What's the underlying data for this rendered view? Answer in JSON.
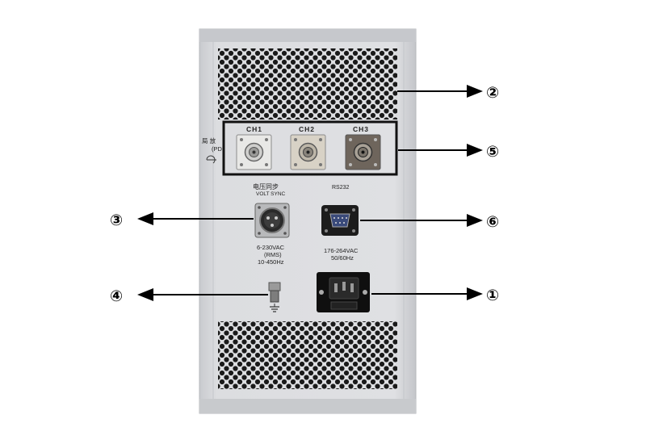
{
  "panel": {
    "channels": [
      "CH1",
      "CH2",
      "CH3"
    ],
    "side_label_top": "局 放",
    "side_label_sub": "(PD",
    "volt_sync_cn": "电压同步",
    "volt_sync_en": "VOLT SYNC",
    "volt_sync_spec": [
      "6-230VAC",
      "(RMS)",
      "10-450Hz"
    ],
    "rs232_label": "RS232",
    "power_spec": [
      "176-264VAC",
      "50/60Hz"
    ]
  },
  "callouts": [
    {
      "id": "2",
      "glyph": "②",
      "target": "ventilation grille (top)"
    },
    {
      "id": "5",
      "glyph": "⑤",
      "target": "CH1-CH3 connectors"
    },
    {
      "id": "3",
      "glyph": "③",
      "target": "volt sync connector"
    },
    {
      "id": "6",
      "glyph": "⑥",
      "target": "RS232 port"
    },
    {
      "id": "4",
      "glyph": "④",
      "target": "ground terminal"
    },
    {
      "id": "1",
      "glyph": "①",
      "target": "power inlet"
    }
  ],
  "colors": {
    "panel": "#d9dadd",
    "panel_edge": "#bfc1c5",
    "hole": "#1a1a1a",
    "frame": "#111111",
    "arrow": "#000000"
  }
}
